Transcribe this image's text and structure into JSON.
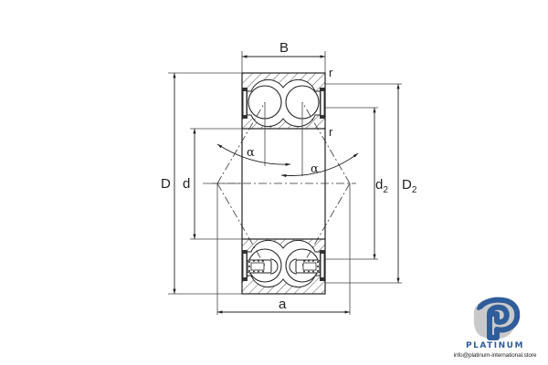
{
  "diagram": {
    "type": "double-row angular contact ball bearing cross-section",
    "dimensions": {
      "width": "B",
      "outer_diameter": "D",
      "bore_diameter": "d",
      "shoulder_diameter_inner": {
        "main": "d",
        "sub": "2"
      },
      "shoulder_diameter_outer": {
        "main": "D",
        "sub": "2"
      },
      "pressure_center_distance": "a",
      "chamfer_top": "r",
      "chamfer_inner": "r",
      "contact_angle_left": "α",
      "contact_angle_right": "α"
    },
    "colors": {
      "line": "#222222",
      "hatch": "#444444"
    }
  },
  "logo": {
    "brand": "PLATINUM",
    "email": "info@platinum-international.store",
    "colors": {
      "primary": "#2f5d9a",
      "secondary": "#c9c9c9"
    }
  }
}
